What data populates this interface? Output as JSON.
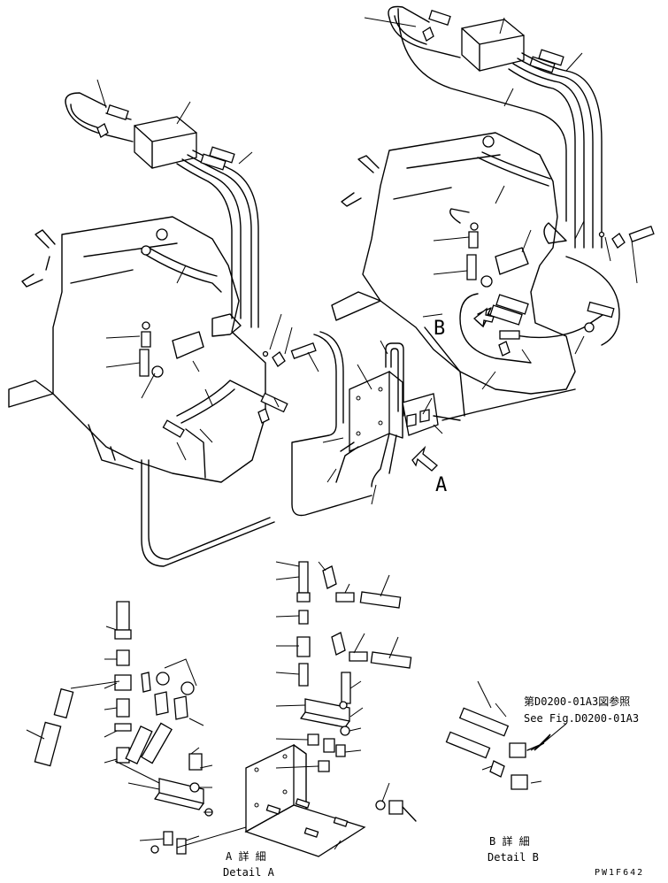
{
  "labels": {
    "detail_a_jp": "A 詳 細",
    "detail_a_en": "Detail A",
    "detail_b_jp": "B 詳 細",
    "detail_b_en": "Detail B",
    "ref_jp": "第D0200-01A3図参照",
    "ref_en": "See Fig.D0200-01A3",
    "marker_a": "A",
    "marker_b": "B",
    "drawing_code": "PW1F642"
  }
}
